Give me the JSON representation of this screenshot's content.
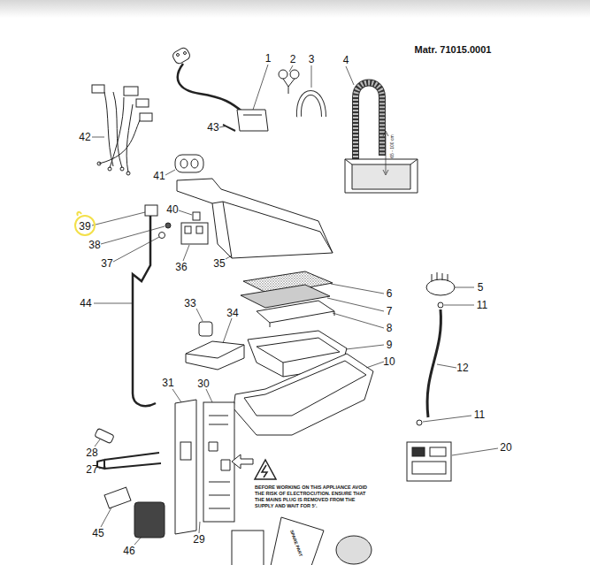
{
  "diagram": {
    "labels": [
      "Matr. 71015.0001",
      "1",
      "2",
      "3",
      "4",
      "65 - 100 cm",
      "42",
      "43",
      "41",
      "40",
      "39",
      "38",
      "37",
      "36",
      "35",
      "5",
      "6",
      "11",
      "33",
      "44",
      "34",
      "7",
      "8",
      "9",
      "10",
      "12",
      "31",
      "30",
      "11",
      "20",
      "28",
      "27",
      "BEFORE WORKING ON THIS APPLIANCE AVOID THE RISK OF ELECTROCUTION. ENSURE THAT THE MAINS PLUG IS REMOVED FROM THE SUPPLY AND WAIT FOR 5'.",
      "45",
      "29",
      "46",
      "SPARE PART"
    ]
  }
}
